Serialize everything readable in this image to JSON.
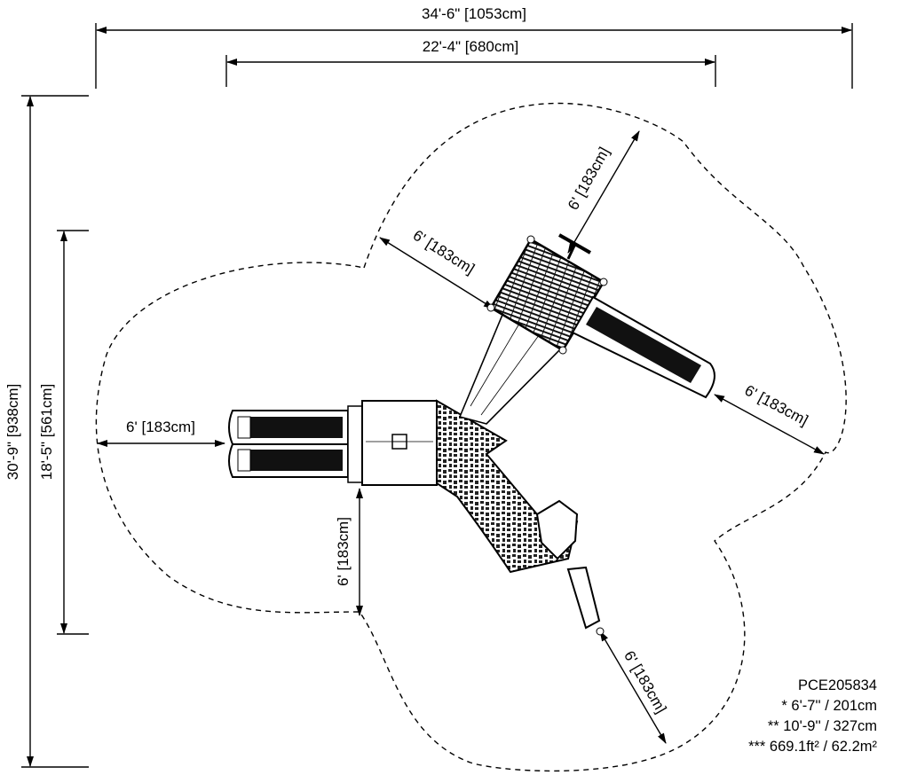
{
  "dimensions": {
    "overall_width": "34'-6\" [1053cm]",
    "inner_width": "22'-4\" [680cm]",
    "overall_depth": "30'-9\" [938cm]",
    "inner_depth": "18'-5\" [561cm]"
  },
  "clearances": {
    "upper": "6' [183cm]",
    "upper_left": "6' [183cm]",
    "right": "6' [183cm]",
    "left": "6' [183cm]",
    "bottom": "6' [183cm]",
    "lower_right": "6' [183cm]"
  },
  "notes": {
    "model": "PCE205834",
    "height_1": "* 6'-7'' / 201cm",
    "height_2": "** 10'-9'' / 327cm",
    "area": "*** 669.1ft² / 62.2m²"
  }
}
